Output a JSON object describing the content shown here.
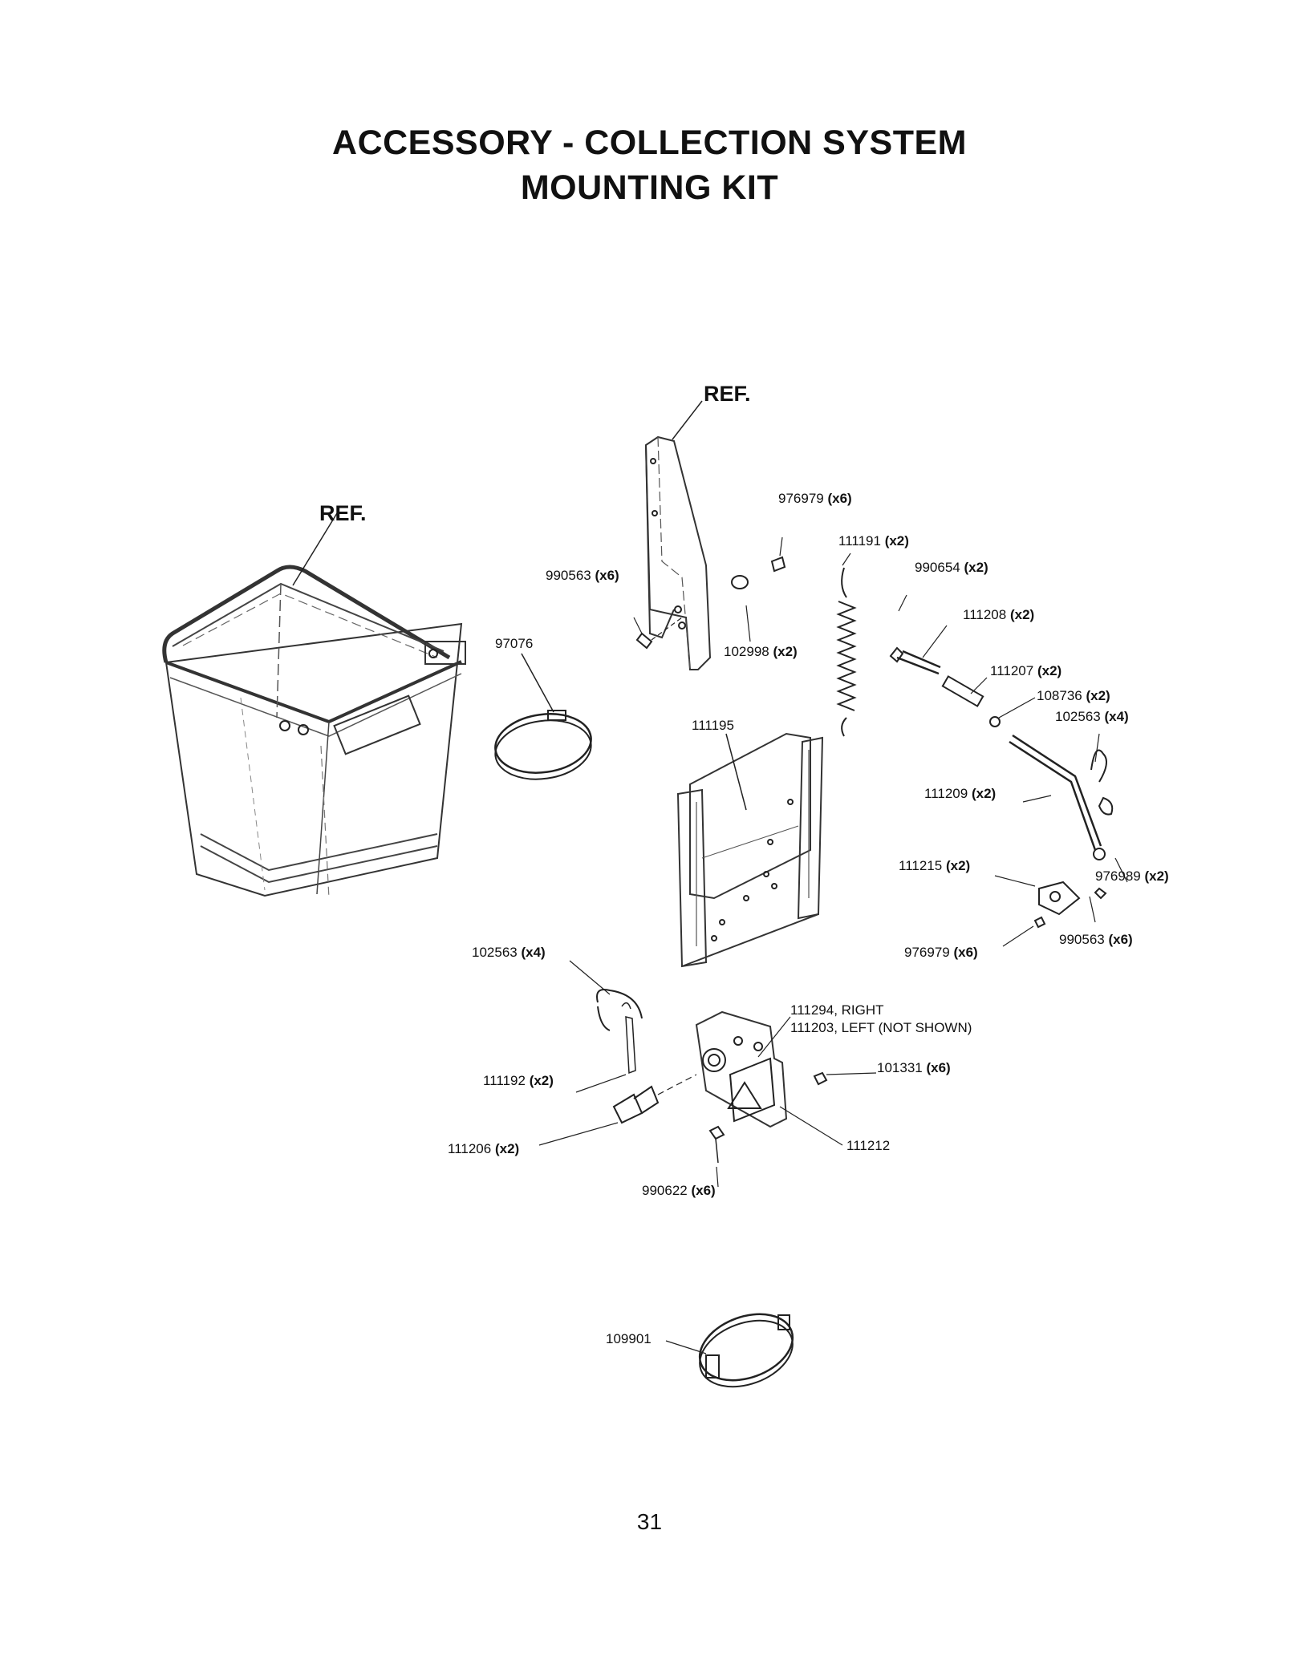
{
  "title": {
    "line1": "ACCESSORY - COLLECTION SYSTEM",
    "line2": "MOUNTING KIT"
  },
  "page_number": "31",
  "ref_labels": {
    "bag_ref": "REF.",
    "bracket_ref": "REF."
  },
  "callouts": {
    "c976979_top": {
      "part": "976979",
      "qty": "(x6)"
    },
    "c990563_left": {
      "part": "990563",
      "qty": "(x6)"
    },
    "c111191": {
      "part": "111191",
      "qty": "(x2)"
    },
    "c990654": {
      "part": "990654",
      "qty": "(x2)"
    },
    "c111208": {
      "part": "111208",
      "qty": "(x2)"
    },
    "c97076": {
      "part": "97076",
      "qty": ""
    },
    "c102998": {
      "part": "102998",
      "qty": "(x2)"
    },
    "c111207": {
      "part": "111207",
      "qty": "(x2)"
    },
    "c108736": {
      "part": "108736",
      "qty": "(x2)"
    },
    "c102563_right": {
      "part": "102563",
      "qty": "(x4)"
    },
    "c111195": {
      "part": "111195",
      "qty": ""
    },
    "c111209": {
      "part": "111209",
      "qty": "(x2)"
    },
    "c111215": {
      "part": "111215",
      "qty": "(x2)"
    },
    "c976989": {
      "part": "976989",
      "qty": "(x2)"
    },
    "c976979_bottom": {
      "part": "976979",
      "qty": "(x6)"
    },
    "c990563_right": {
      "part": "990563",
      "qty": "(x6)"
    },
    "c102563_left": {
      "part": "102563",
      "qty": "(x4)"
    },
    "c111294": {
      "part": "111294, RIGHT",
      "qty": ""
    },
    "c111203": {
      "part": "111203, LEFT (NOT SHOWN)",
      "qty": ""
    },
    "c111192": {
      "part": "111192",
      "qty": "(x2)"
    },
    "c101331": {
      "part": "101331",
      "qty": "(x6)"
    },
    "c111206": {
      "part": "111206",
      "qty": "(x2)"
    },
    "c111212": {
      "part": "111212",
      "qty": ""
    },
    "c990622": {
      "part": "990622",
      "qty": "(x6)"
    },
    "c109901": {
      "part": "109901",
      "qty": ""
    }
  }
}
